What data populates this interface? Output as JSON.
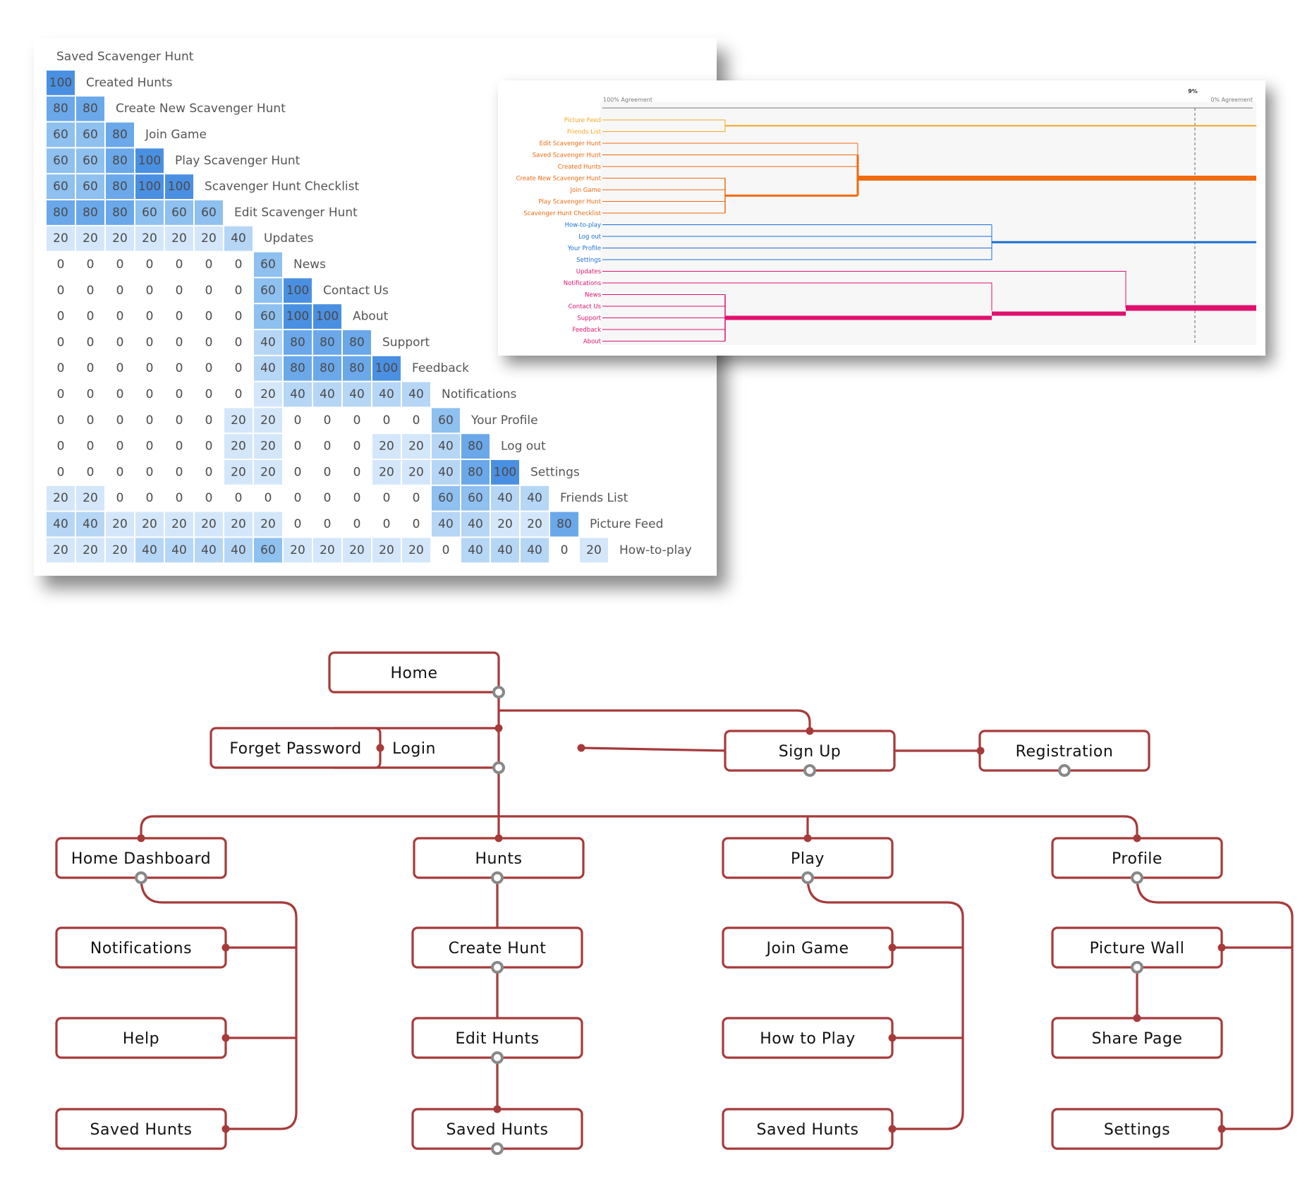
{
  "similarity_matrix": {
    "items": [
      "Saved Scavenger Hunt",
      "Created Hunts",
      "Create New Scavenger Hunt",
      "Join Game",
      "Play Scavenger Hunt",
      "Scavenger Hunt Checklist",
      "Edit Scavenger Hunt",
      "Updates",
      "News",
      "Contact Us",
      "About",
      "Support",
      "Feedback",
      "Notifications",
      "Your Profile",
      "Log out",
      "Settings",
      "Friends List",
      "Picture Feed",
      "How-to-play"
    ],
    "rows": [
      [],
      [
        100
      ],
      [
        80,
        80
      ],
      [
        60,
        60,
        80
      ],
      [
        60,
        60,
        80,
        100
      ],
      [
        60,
        60,
        80,
        100,
        100
      ],
      [
        80,
        80,
        80,
        60,
        60,
        60
      ],
      [
        20,
        20,
        20,
        20,
        20,
        20,
        40
      ],
      [
        0,
        0,
        0,
        0,
        0,
        0,
        0,
        60
      ],
      [
        0,
        0,
        0,
        0,
        0,
        0,
        0,
        60,
        100
      ],
      [
        0,
        0,
        0,
        0,
        0,
        0,
        0,
        60,
        100,
        100
      ],
      [
        0,
        0,
        0,
        0,
        0,
        0,
        0,
        40,
        80,
        80,
        80
      ],
      [
        0,
        0,
        0,
        0,
        0,
        0,
        0,
        40,
        80,
        80,
        80,
        100
      ],
      [
        0,
        0,
        0,
        0,
        0,
        0,
        0,
        20,
        40,
        40,
        40,
        40,
        40
      ],
      [
        0,
        0,
        0,
        0,
        0,
        0,
        20,
        20,
        0,
        0,
        0,
        0,
        0,
        60
      ],
      [
        0,
        0,
        0,
        0,
        0,
        0,
        20,
        20,
        0,
        0,
        0,
        20,
        20,
        40,
        80
      ],
      [
        0,
        0,
        0,
        0,
        0,
        0,
        20,
        20,
        0,
        0,
        0,
        20,
        20,
        40,
        80,
        100
      ],
      [
        20,
        20,
        0,
        0,
        0,
        0,
        0,
        0,
        0,
        0,
        0,
        0,
        0,
        60,
        60,
        40,
        40
      ],
      [
        40,
        40,
        20,
        20,
        20,
        20,
        20,
        20,
        0,
        0,
        0,
        0,
        0,
        40,
        40,
        20,
        20,
        80
      ],
      [
        20,
        20,
        20,
        40,
        40,
        40,
        40,
        60,
        20,
        20,
        20,
        20,
        20,
        0,
        40,
        40,
        40,
        0,
        20
      ]
    ],
    "colors": {
      "high": "#4a90e2",
      "mid": "#8ec0f0",
      "low": "#d4e7fa"
    }
  },
  "dendrogram": {
    "axis_left": "100% Agreement",
    "axis_right": "0% Agreement",
    "cutoff_label": "9%",
    "groups": [
      {
        "color": "#f5a623",
        "labels": [
          "Picture Feed",
          "Friends List"
        ]
      },
      {
        "color": "#f06a0f",
        "labels": [
          "Edit Scavenger Hunt",
          "Saved Scavenger Hunt",
          "Created Hunts",
          "Create New Scavenger Hunt",
          "Join Game",
          "Play Scavenger Hunt",
          "Scavenger Hunt Checklist"
        ]
      },
      {
        "color": "#1a6fd6",
        "labels": [
          "How-to-play",
          "Log out",
          "Your Profile",
          "Settings"
        ]
      },
      {
        "color": "#e0106e",
        "labels": [
          "Updates",
          "Notifications",
          "News",
          "Contact Us",
          "Support",
          "Feedback",
          "About"
        ]
      }
    ]
  },
  "sitemap": {
    "line_color": "#a63a3a",
    "nodes": {
      "home": "Home",
      "login": "Login",
      "forget_password": "Forget Password",
      "sign_up": "Sign Up",
      "registration": "Registration",
      "home_dashboard": "Home Dashboard",
      "hunts": "Hunts",
      "play": "Play",
      "profile": "Profile",
      "notifications": "Notifications",
      "help": "Help",
      "saved_hunts_dashboard": "Saved Hunts",
      "create_hunt": "Create Hunt",
      "edit_hunts": "Edit Hunts",
      "saved_hunts_hunts": "Saved Hunts",
      "join_game": "Join Game",
      "how_to_play": "How to Play",
      "saved_hunts_play": "Saved Hunts",
      "picture_wall": "Picture Wall",
      "share_page": "Share Page",
      "settings": "Settings"
    }
  }
}
